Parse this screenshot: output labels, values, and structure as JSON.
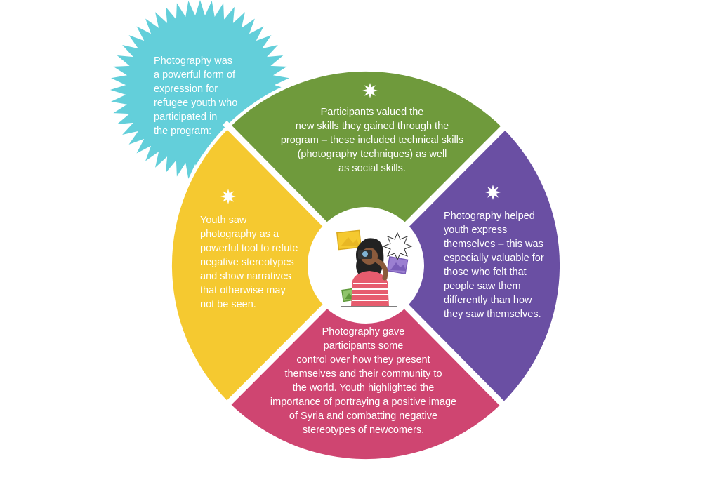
{
  "intro": {
    "lines": [
      "Photography was",
      "a powerful form of",
      "expression for",
      "refugee youth who",
      "participated in",
      "the program:"
    ]
  },
  "quadrants": {
    "top": {
      "lines": [
        "Participants valued the",
        "new skills they gained through the",
        "program – these included technical skills",
        "(photography techniques) as well",
        "as social skills."
      ]
    },
    "right": {
      "lines": [
        "Photography helped",
        "youth express",
        "themselves – this was",
        "especially valuable for",
        "those who felt that",
        "people saw them",
        "differently than how",
        "they saw themselves."
      ]
    },
    "bottom": {
      "lines": [
        "Photography gave",
        "participants some",
        "control over how they present",
        "themselves and their community to",
        "the world. Youth highlighted the",
        "importance of portraying a positive image",
        "of Syria and combatting negative",
        "stereotypes of newcomers."
      ]
    },
    "left": {
      "lines": [
        "Youth saw",
        "photography as a",
        "powerful tool to refute",
        "negative stereotypes",
        "and show narratives",
        "that otherwise may",
        "not be seen."
      ]
    }
  },
  "colors": {
    "top": "#6f9a3c",
    "right": "#6a4fa3",
    "bottom": "#cf4571",
    "left": "#f5c930",
    "burst": "#63cfda",
    "text": "#ffffff"
  },
  "icons": {
    "star": "eight-point-star-icon",
    "center": "photographer-illustration"
  }
}
